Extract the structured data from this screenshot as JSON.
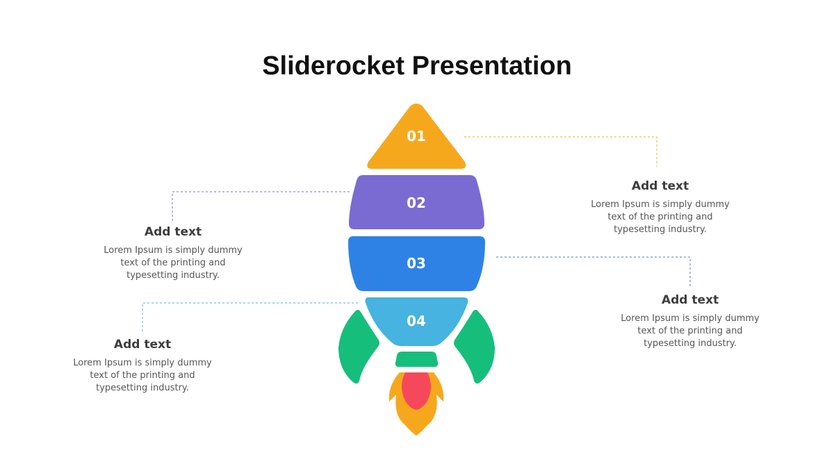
{
  "title": "Sliderocket Presentation",
  "colors": {
    "segment_1": "#F6A81D",
    "segment_2": "#7A6BD3",
    "segment_3": "#2E82E6",
    "segment_4": "#46B3E0",
    "fins": "#16BE7C",
    "flame_outer": "#F6A81D",
    "flame_inner": "#F6485B"
  },
  "segments": [
    {
      "number": "01"
    },
    {
      "number": "02"
    },
    {
      "number": "03"
    },
    {
      "number": "04"
    }
  ],
  "callouts": [
    {
      "heading": "Add text",
      "body": "Lorem Ipsum is simply dummy\ntext of the printing  and\ntypesetting  industry."
    },
    {
      "heading": "Add text",
      "body": "Lorem Ipsum is simply dummy\ntext of the printing  and\ntypesetting  industry."
    },
    {
      "heading": "Add text",
      "body": "Lorem Ipsum is simply dummy\ntext of the printing  and\ntypesetting  industry."
    },
    {
      "heading": "Add text",
      "body": "Lorem Ipsum is simply dummy\ntext of the printing  and\ntypesetting  industry."
    }
  ]
}
